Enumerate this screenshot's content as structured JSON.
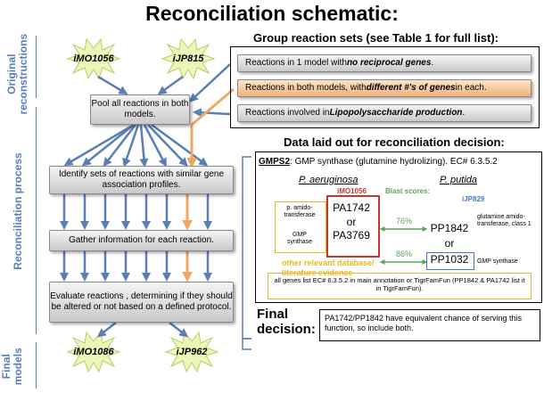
{
  "title": "Reconciliation schematic:",
  "side_labels": {
    "original": "Original\nreconstructions",
    "process": "Reconciliation process",
    "final": "Final\nmodels"
  },
  "models": {
    "orig_1": "iMO1056",
    "orig_2": "iJP815",
    "final_1": "iMO1086",
    "final_2": "iJP962"
  },
  "flow": {
    "pool": "Pool all reactions in both models.",
    "identify": "Identify sets of reactions with similar gene association profiles.",
    "gather": "Gather information for each reaction.",
    "evaluate": "Evaluate reactions , determining if they should be altered or not based on a defined protocol."
  },
  "group": {
    "heading": "Group reaction sets (see Table 1 for full list):",
    "set1_pre": "Reactions in 1 model with ",
    "set1_em": "no reciprocal genes",
    "set1_post": ".",
    "set2_pre": "Reactions in both models, with ",
    "set2_em": "different #'s of genes",
    "set2_post": " in each.",
    "set3_pre": "Reactions involved in ",
    "set3_em": "Lipopolysaccharide production",
    "set3_post": "."
  },
  "data": {
    "heading": "Data laid out for reconciliation decision:",
    "gmps2": "GMPS2",
    "gmps2_desc": ": GMP synthase (glutamine hydrolizing).  EC# 6.3.5.2",
    "org1": "P. aeruginosa",
    "org2": "P. putida",
    "model1": "iMO1056",
    "model2": "iJP829",
    "blast": "Blast scores:",
    "score1": "76%",
    "score2": "86%",
    "left_anno1": "p. amido-\ntransferase",
    "left_anno2": "GMP\nsynthase",
    "pa_genes": "PA1742\nor\nPA3769",
    "pp1842": "PP1842",
    "or": "or",
    "pp1032": "PP1032",
    "right_anno1": "glutamine amido-\ntransferase, class 1",
    "right_anno2": "GMP synthase",
    "lit_label": "other relevant database/\nliterature evidence",
    "lit_text": "all genes list EC# 6.3.5.2 in main annotation or TigrFamFun (PP1842 & PA1742 list it in TigrFamFun)."
  },
  "final_decision": {
    "label": "Final\ndecision:",
    "text": "PA1742/PP1842 have equivalent chance of serving this function, so include both."
  },
  "colors": {
    "blue": "#5a7fb5",
    "orange": "#f0a860",
    "red": "#c0392b",
    "green": "#5aa55a",
    "yellow": "#e8b820",
    "star_fill": "#eaf7b8"
  }
}
